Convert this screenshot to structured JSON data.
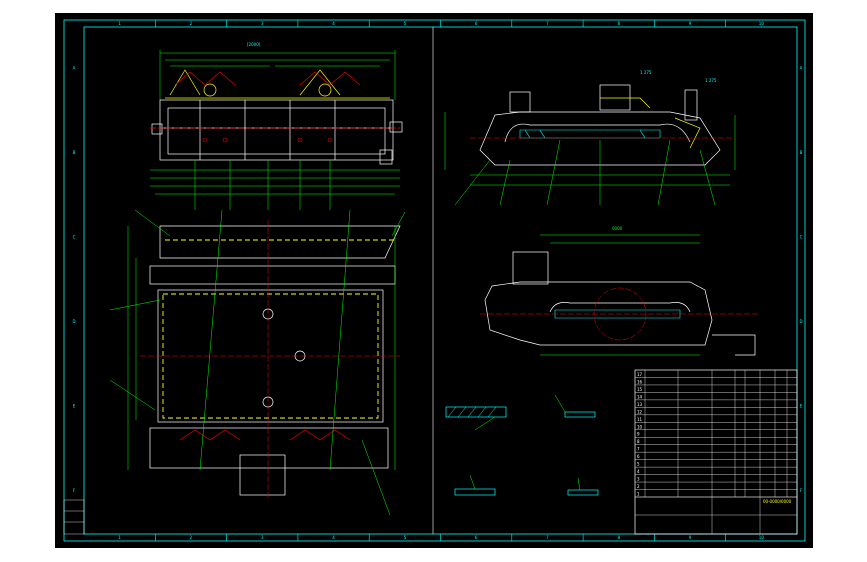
{
  "colors": {
    "background": "#000000",
    "frame": "#00ffff",
    "outline": "#ffffff",
    "dimension": "#00ff00",
    "hidden": "#ffff00",
    "section": "#ff0000",
    "hatch": "#00ffff"
  },
  "frame": {
    "top_zones": [
      "1",
      "2",
      "3",
      "4",
      "5",
      "6",
      "7",
      "8",
      "9",
      "10"
    ],
    "side_zones": [
      "A",
      "B",
      "C",
      "D",
      "E",
      "F"
    ]
  },
  "views": {
    "front": {
      "title_label": "[2000]"
    },
    "top": {
      "title_label": "A—A"
    },
    "side": {
      "labels": [
        "1 275",
        "1 275"
      ]
    },
    "detail": {
      "label": "0000"
    }
  },
  "title_block": {
    "drawing_no": "00-0000/0000",
    "rows": [
      "1",
      "2",
      "3",
      "4",
      "5",
      "6",
      "7",
      "8",
      "9",
      "10",
      "11",
      "12",
      "13",
      "14",
      "15",
      "16",
      "17"
    ]
  }
}
